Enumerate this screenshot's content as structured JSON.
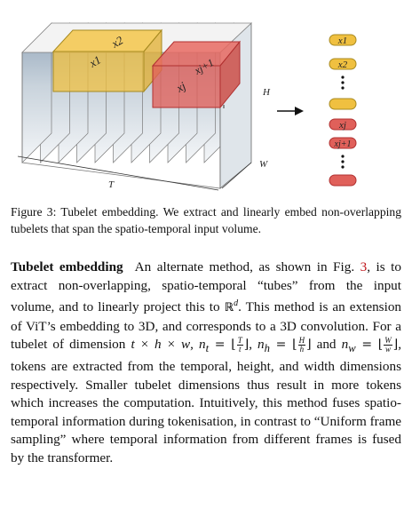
{
  "figure": {
    "tubelet_labels": [
      "x1",
      "x2",
      "xj",
      "xj+1"
    ],
    "axis_labels": {
      "H": "H",
      "W": "W",
      "T": "T"
    },
    "tokens": [
      {
        "label": "x1",
        "group": "first"
      },
      {
        "label": "x2",
        "group": "first"
      },
      {
        "label": "",
        "group": "first"
      },
      {
        "label": "xj",
        "group": "second"
      },
      {
        "label": "xj+1",
        "group": "second"
      },
      {
        "label": "",
        "group": "second"
      }
    ],
    "colors": {
      "yellow_fill": "#f0c040",
      "yellow_border": "#a88a20",
      "red_fill": "#e0605a",
      "red_border": "#b03030",
      "frame_edge": "#7a7a7a"
    },
    "icons": [
      "right-arrow-icon",
      "vertical-ellipsis-icon"
    ]
  },
  "caption": {
    "text": "Figure 3: Tubelet embedding. We extract and linearly embed non-overlapping tubelets that span the spatio-temporal input volume."
  },
  "paragraph": {
    "heading": "Tubelet embedding",
    "seg1": "An alternate method, as shown in Fig. ",
    "fig_ref": "3",
    "seg2": ", is to extract non-overlapping, spatio-temporal “tubes” from the input volume, and to linearly project this to ",
    "reals": "ℝ",
    "dim": "d",
    "seg3": ". This method is an extension of ViT’s embedding to 3D, and corresponds to a 3D convolution. For a tubelet of dimension ",
    "tubelet_dims": "t × h × w",
    "seg4": ", ",
    "nt_lhs": "n",
    "nt_sub": "t",
    "eq": " = ⌊",
    "T": "T",
    "t": "t",
    "close": "⌋",
    "nh_sub": "h",
    "H": "H",
    "h": "h",
    "and": " and ",
    "nw_sub": "w",
    "W": "W",
    "w": "w",
    "seg5": ", tokens are extracted from the temporal, height, and width dimensions respectively. Smaller tubelet dimensions thus result in more tokens which increases the computation. Intuitively, this method fuses spatio-temporal information during tokenisation, in contrast to “Uniform frame sampling” where temporal information from different frames is fused by the transformer."
  }
}
